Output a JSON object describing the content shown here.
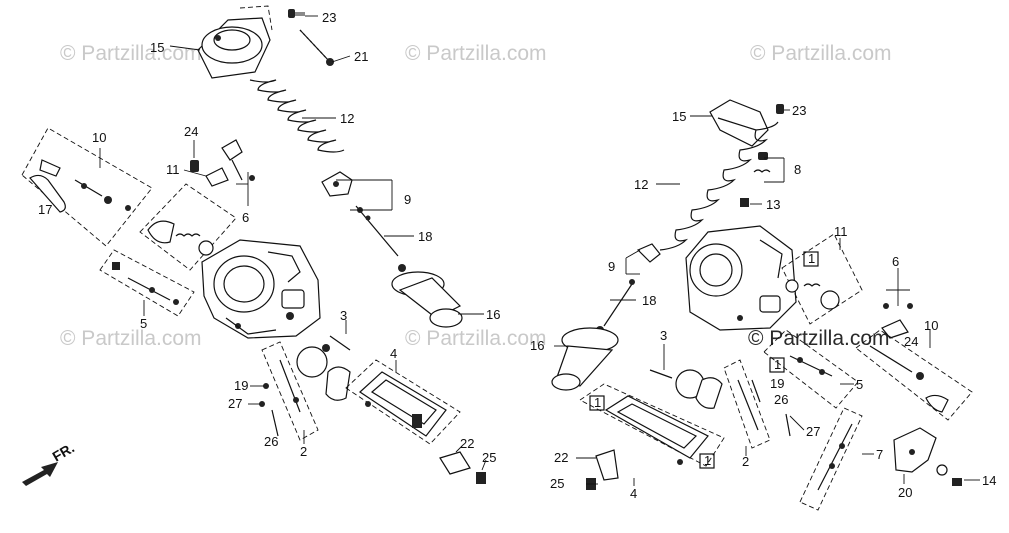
{
  "watermark": "© Partzilla.com",
  "direction_label": "FR.",
  "callouts": {
    "left": {
      "p23": "23",
      "p15": "15",
      "p21": "21",
      "p12": "12",
      "p10": "10",
      "p24": "24",
      "p11": "11",
      "p17": "17",
      "p6": "6",
      "p9": "9",
      "p18": "18",
      "p5": "5",
      "p16": "16",
      "p3": "3",
      "p4": "4",
      "p19": "19",
      "p27": "27",
      "p26": "26",
      "p2": "2",
      "p22": "22",
      "p25": "25"
    },
    "right": {
      "p15": "15",
      "p23": "23",
      "p8": "8",
      "p12": "12",
      "p13": "13",
      "p11": "11",
      "p1a": "1",
      "p6": "6",
      "p9": "9",
      "p18": "18",
      "p3": "3",
      "p10": "10",
      "p24": "24",
      "p16": "16",
      "p1b": "1",
      "p19": "19",
      "p5": "5",
      "p1c": "1",
      "p26": "26",
      "p27": "27",
      "p22": "22",
      "p2": "2",
      "p1d": "1",
      "p7": "7",
      "p25": "25",
      "p4": "4",
      "p14": "14",
      "p20": "20"
    }
  }
}
